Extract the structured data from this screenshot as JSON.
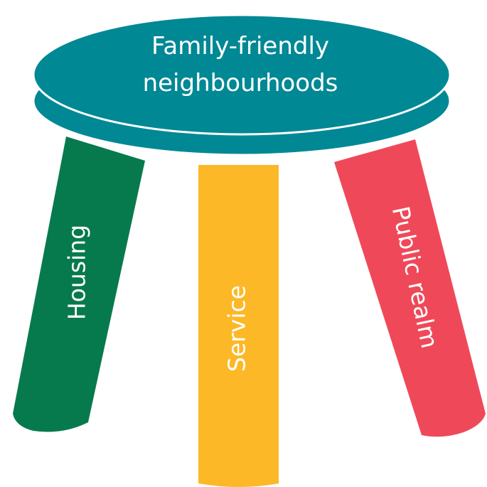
{
  "seat": {
    "title_line1": "Family-friendly",
    "title_line2": "neighbourhoods",
    "color": "#008894"
  },
  "legs": [
    {
      "label": "Housing",
      "color": "#077a4d"
    },
    {
      "label": "Service",
      "color": "#fcb827"
    },
    {
      "label": "Public realm",
      "color": "#ef4959"
    }
  ]
}
